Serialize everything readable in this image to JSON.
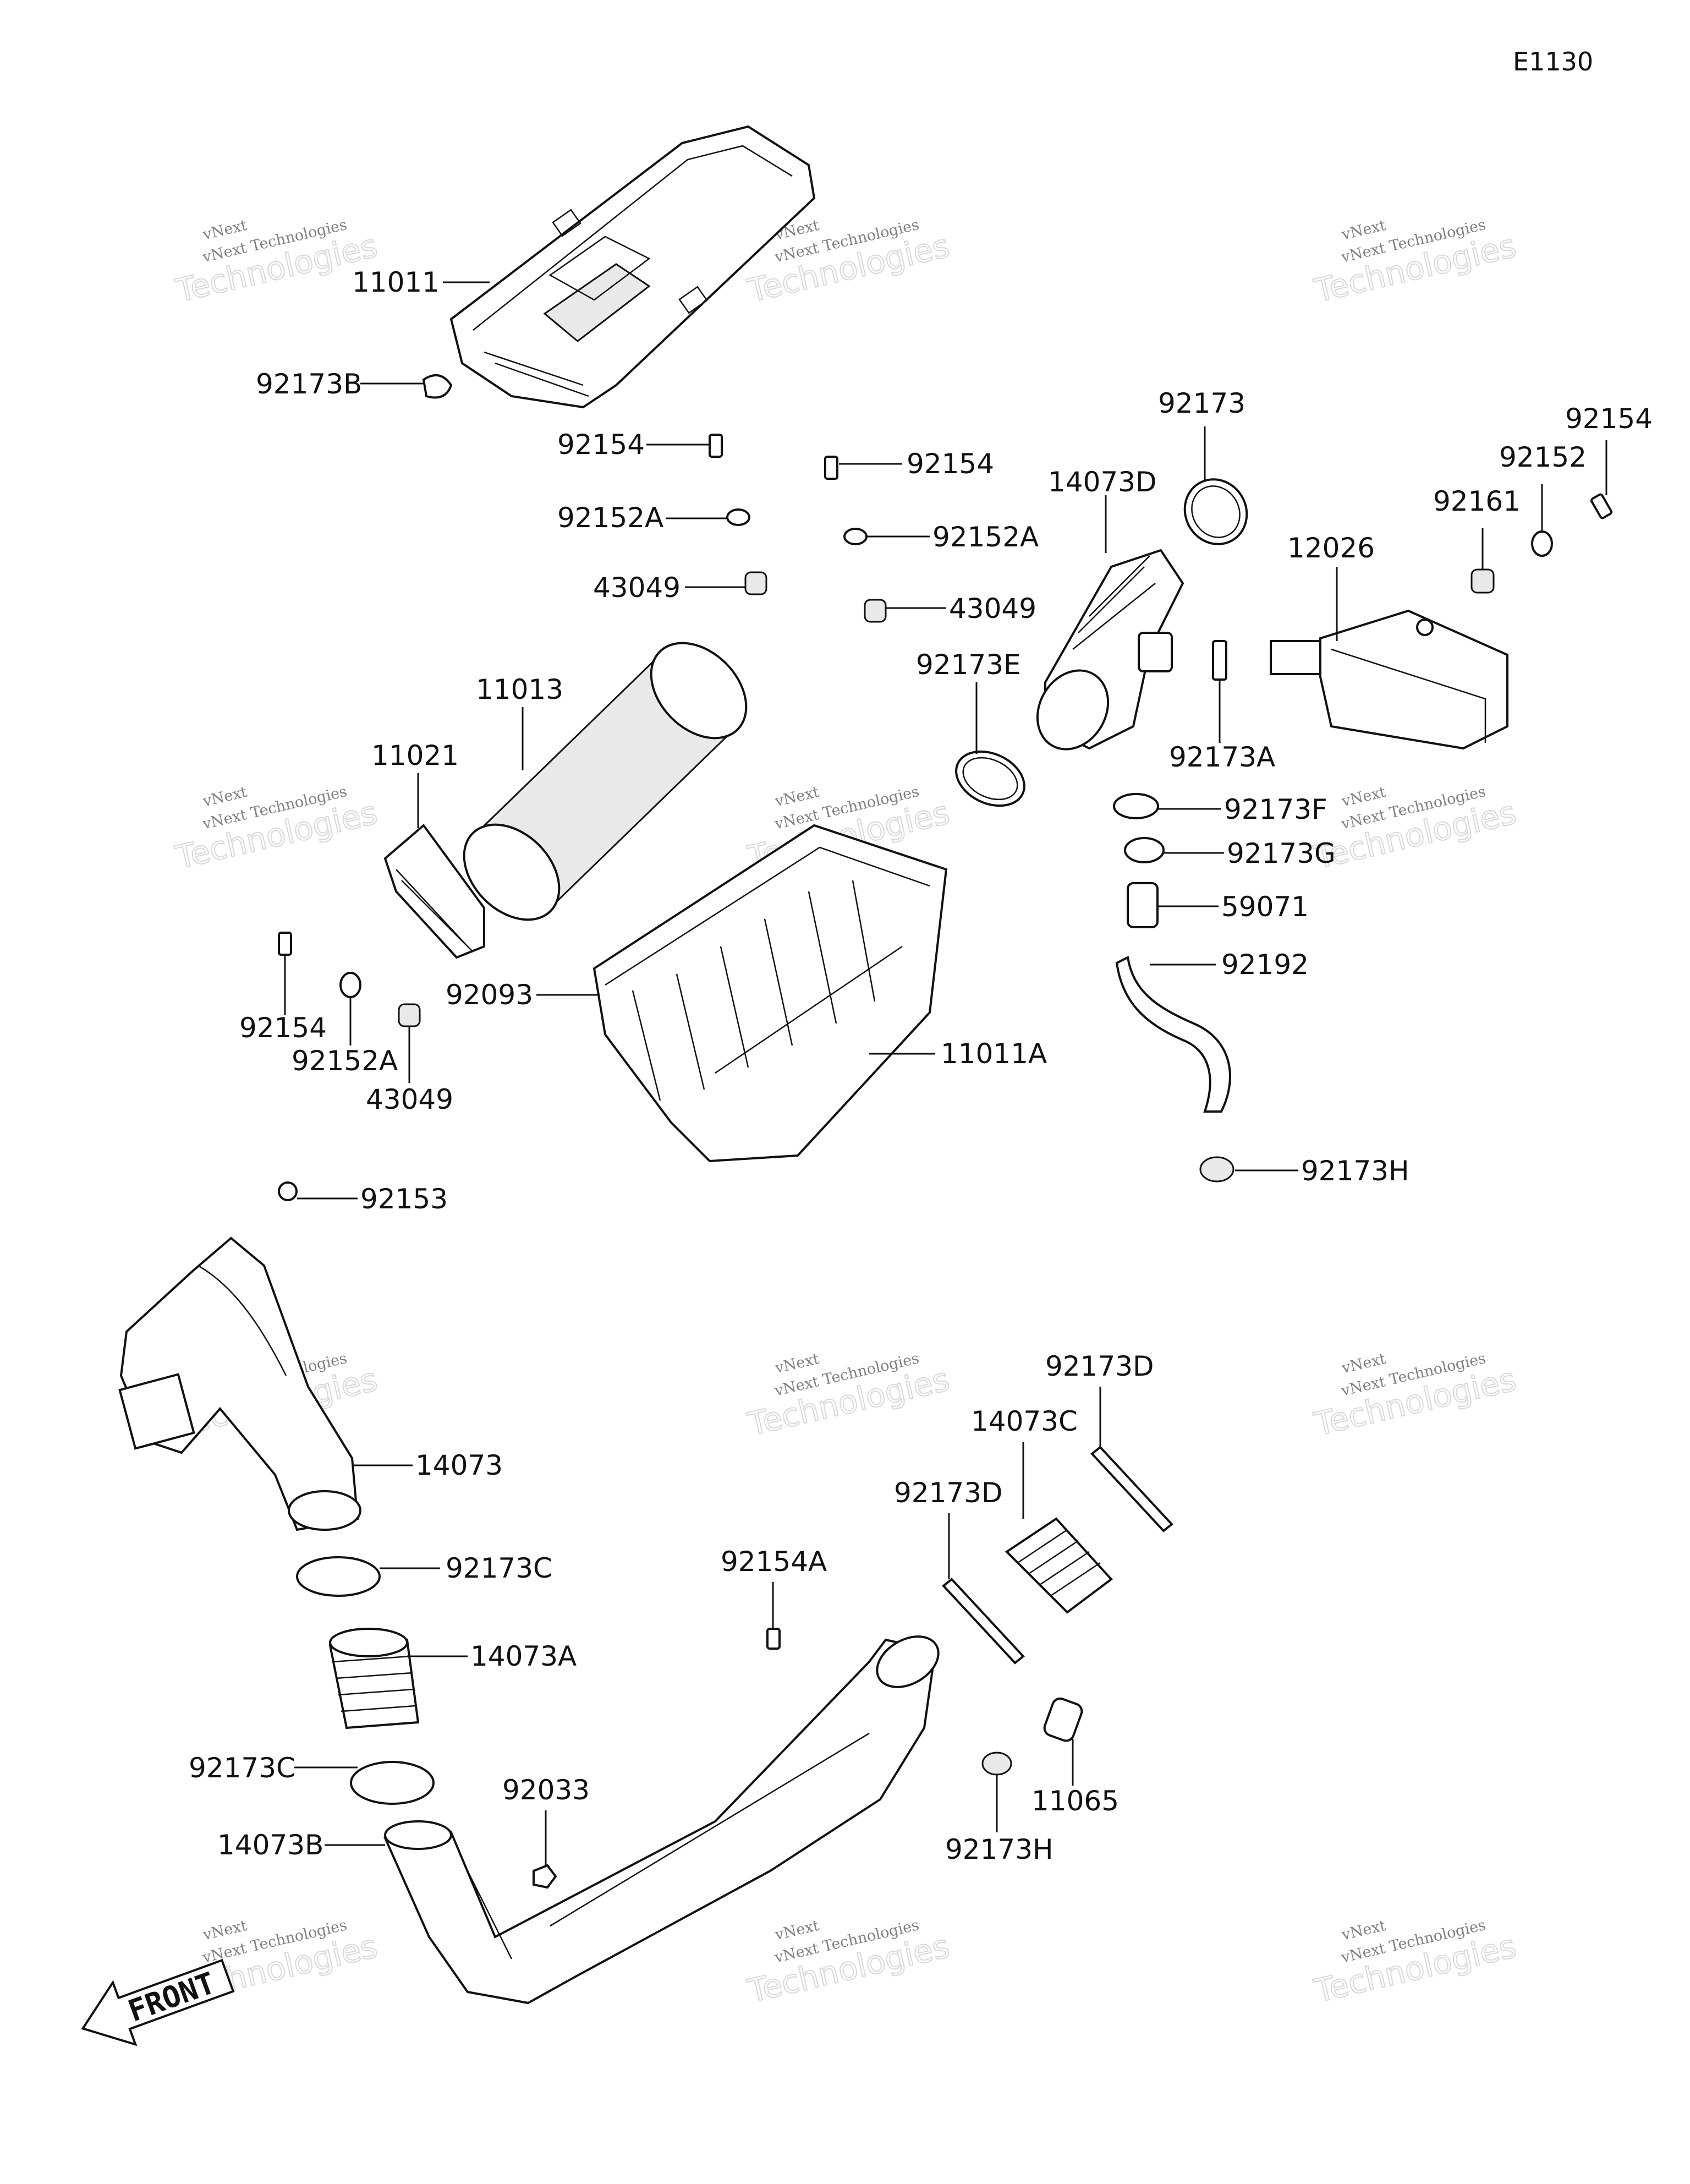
{
  "diagram_code": "E1130",
  "watermark": {
    "line1": "vNext Technologies",
    "line2": "Technologies",
    "logo_text": "vNext"
  },
  "front_label": "FRONT",
  "parts": [
    {
      "id": "11011",
      "label": "11011"
    },
    {
      "id": "92173B",
      "label": "92173B"
    },
    {
      "id": "92154_a",
      "label": "92154"
    },
    {
      "id": "92154_b",
      "label": "92154"
    },
    {
      "id": "92152A_a",
      "label": "92152A"
    },
    {
      "id": "92152A_b",
      "label": "92152A"
    },
    {
      "id": "43049_a",
      "label": "43049"
    },
    {
      "id": "43049_b",
      "label": "43049"
    },
    {
      "id": "11013",
      "label": "11013"
    },
    {
      "id": "11021",
      "label": "11021"
    },
    {
      "id": "92093",
      "label": "92093"
    },
    {
      "id": "11011A",
      "label": "11011A"
    },
    {
      "id": "92154_c",
      "label": "92154"
    },
    {
      "id": "92152A_c",
      "label": "92152A"
    },
    {
      "id": "43049_c",
      "label": "43049"
    },
    {
      "id": "92153",
      "label": "92153"
    },
    {
      "id": "92173",
      "label": "92173"
    },
    {
      "id": "14073D",
      "label": "14073D"
    },
    {
      "id": "92173E",
      "label": "92173E"
    },
    {
      "id": "92173A",
      "label": "92173A"
    },
    {
      "id": "92173F",
      "label": "92173F"
    },
    {
      "id": "92173G",
      "label": "92173G"
    },
    {
      "id": "59071",
      "label": "59071"
    },
    {
      "id": "92192",
      "label": "92192"
    },
    {
      "id": "92173H_a",
      "label": "92173H"
    },
    {
      "id": "12026",
      "label": "12026"
    },
    {
      "id": "92161",
      "label": "92161"
    },
    {
      "id": "92152",
      "label": "92152"
    },
    {
      "id": "92154_d",
      "label": "92154"
    },
    {
      "id": "14073",
      "label": "14073"
    },
    {
      "id": "92173C_a",
      "label": "92173C"
    },
    {
      "id": "14073A",
      "label": "14073A"
    },
    {
      "id": "92173C_b",
      "label": "92173C"
    },
    {
      "id": "14073B",
      "label": "14073B"
    },
    {
      "id": "92033",
      "label": "92033"
    },
    {
      "id": "92154A",
      "label": "92154A"
    },
    {
      "id": "92173D_a",
      "label": "92173D"
    },
    {
      "id": "14073C",
      "label": "14073C"
    },
    {
      "id": "92173D_b",
      "label": "92173D"
    },
    {
      "id": "11065",
      "label": "11065"
    },
    {
      "id": "92173H_b",
      "label": "92173H"
    }
  ]
}
